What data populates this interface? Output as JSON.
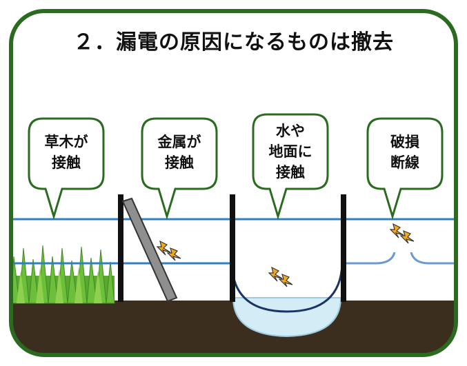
{
  "title": "２．漏電の原因になるものは撤去",
  "causes": [
    {
      "lines": [
        "草木が",
        "接触"
      ]
    },
    {
      "lines": [
        "金属が",
        "接触"
      ]
    },
    {
      "lines": [
        "水や",
        "地面に",
        "接触"
      ]
    },
    {
      "lines": [
        "破損",
        "断線"
      ]
    }
  ],
  "icons": {
    "spark": "spark-icon",
    "grass": "grass-icon"
  },
  "colors": {
    "frame_border": "#2a6b1f",
    "wire": "#2f7fc1",
    "post": "#111111",
    "ground": "#3b2e1f",
    "grass": "#6cbf3a",
    "water": "#cde8f3",
    "bar": "#8a8a8a",
    "spark": "#f2a81d"
  }
}
